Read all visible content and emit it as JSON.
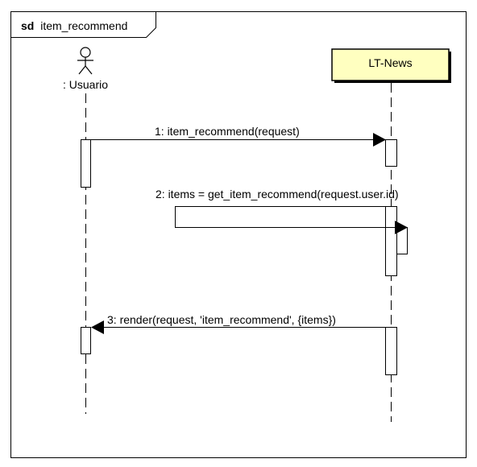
{
  "frame": {
    "keyword": "sd",
    "name": "item_recommend"
  },
  "participants": [
    {
      "id": "usuario",
      "kind": "actor",
      "label": ": Usuario"
    },
    {
      "id": "ltnews",
      "kind": "object",
      "label": "LT-News"
    }
  ],
  "messages": [
    {
      "number": "1",
      "text": "1: item_recommend(request)",
      "from": "usuario",
      "to": "ltnews",
      "direction": "forward"
    },
    {
      "number": "2",
      "text": "2: items = get_item_recommend(request.user.id)",
      "from": "ltnews",
      "to": "ltnews",
      "direction": "self"
    },
    {
      "number": "3",
      "text": "3: render(request, 'item_recommend', {items})",
      "from": "ltnews",
      "to": "usuario",
      "direction": "return"
    }
  ],
  "colors": {
    "object_fill": "#ffffc0",
    "line": "#000000",
    "activation_fill": "#ffffff",
    "background": "#ffffff"
  }
}
